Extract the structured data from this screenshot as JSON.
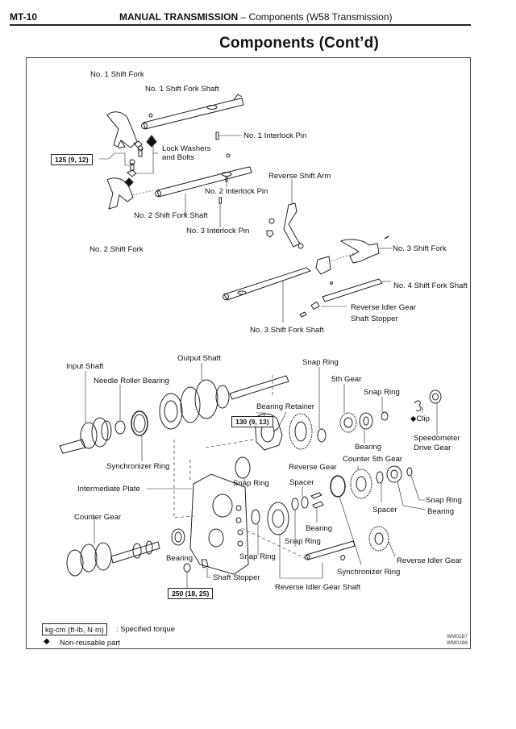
{
  "header": {
    "section_code": "MT-10",
    "section_title": "MANUAL TRANSMISSION",
    "section_subtitle": " – Components (W58 Transmission)"
  },
  "page_title": "Components (Cont’d)",
  "labels": {
    "no1_shift_fork": "No. 1 Shift Fork",
    "no1_shift_fork_shaft": "No. 1 Shift Fork Shaft",
    "no1_interlock_pin": "No. 1 Interlock Pin",
    "lock_washers_1": "Lock Washers",
    "lock_washers_2": "and Bolts",
    "reverse_shift_arm": "Reverse Shift Arm",
    "no2_interlock_pin": "No. 2 Interlock Pin",
    "no2_shift_fork_shaft": "No. 2 Shift Fork Shaft",
    "no3_interlock_pin": "No. 3 Interlock Pin",
    "no2_shift_fork": "No. 2 Shift Fork",
    "no3_shift_fork": "No. 3 Shift Fork",
    "no4_shift_fork_shaft": "No. 4 Shift Fork Shaft",
    "rev_idler_stopper_1": "Reverse Idler Gear",
    "rev_idler_stopper_2": "Shaft Stopper",
    "no3_shift_fork_shaft": "No. 3 Shift Fork Shaft",
    "input_shaft": "Input Shaft",
    "output_shaft": "Output Shaft",
    "needle_roller_bearing": "Needle Roller Bearing",
    "snap_ring_a": "Snap Ring",
    "fifth_gear": "5th Gear",
    "snap_ring_b": "Snap Ring",
    "bearing_retainer": "Bearing Retainer",
    "clip": "◆Clip",
    "bearing_a": "Bearing",
    "speedo_1": "Speedometer",
    "speedo_2": "Drive Gear",
    "synchronizer_ring_a": "Synchronizer Ring",
    "reverse_gear": "Reverse Gear",
    "counter_5th_gear": "Counter 5th Gear",
    "snap_ring_c": "Snap Ring",
    "spacer_a": "Spacer",
    "intermediate_plate": "Intermediate Plate",
    "snap_ring_d": "Snap Ring",
    "spacer_b": "Spacer",
    "bearing_b": "Bearing",
    "bearing_c": "Bearing",
    "counter_gear": "Counter Gear",
    "snap_ring_e": "Snap Ring",
    "reverse_idler_gear": "Reverse Idler Gear",
    "bearing_d": "Bearing",
    "snap_ring_f": "Snap Ring",
    "shaft_stopper": "Shaft Stopper",
    "synchronizer_ring_b": "Synchronizer Ring",
    "reverse_idler_gear_shaft": "Reverse Idler Gear Shaft"
  },
  "torques": {
    "lock_bolts": "125 (9, 12)",
    "bearing_retainer": "130 (9, 13)",
    "shaft_stopper": "250 (18, 25)"
  },
  "legend": {
    "torque_unit": "kg-cm (ft-lb, N·m)",
    "torque_desc": ":  Specified torque",
    "non_reusable_symbol": "◆",
    "non_reusable_desc": "Non-reusable part"
  },
  "figure_codes": [
    "WM0287",
    "WM0288"
  ]
}
